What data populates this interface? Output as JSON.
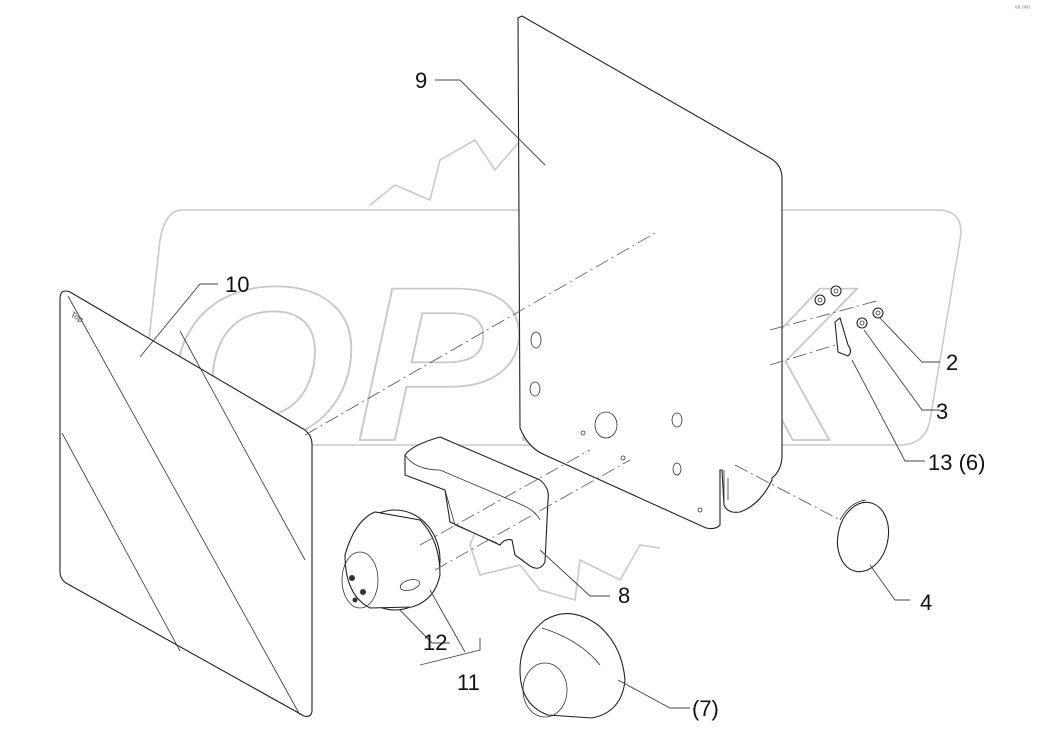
{
  "watermark": {
    "text": "OPEX"
  },
  "callouts": {
    "c2": "2",
    "c3": "3",
    "c4": "4",
    "c7": "(7)",
    "c8": "8",
    "c9": "9",
    "c10": "10",
    "c11": "11",
    "c12": "12",
    "c13": "13 (6)"
  },
  "corner_mark": "ᵉᵉ ᵒᵒᵒ",
  "colors": {
    "line": "#222222",
    "watermark": "#c9c9c9",
    "background": "#ffffff"
  }
}
